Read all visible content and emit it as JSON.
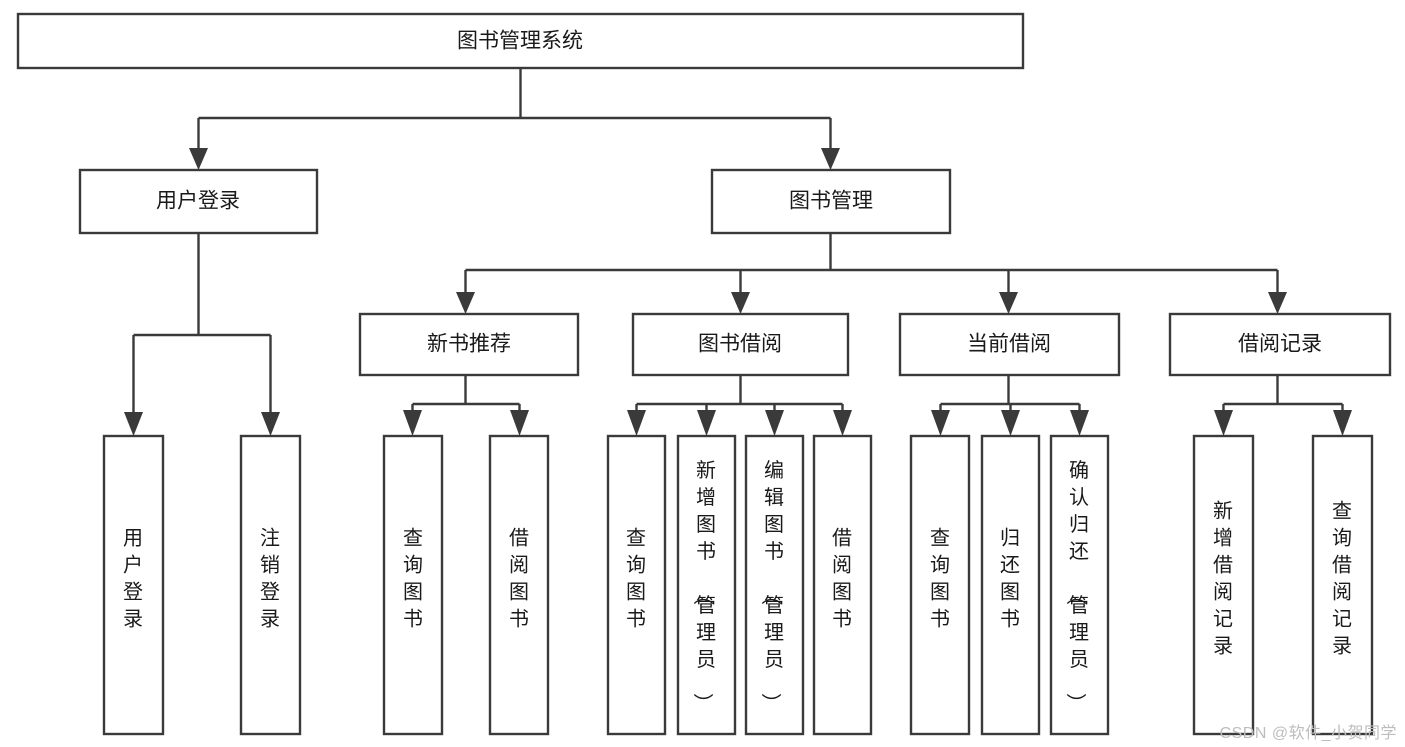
{
  "diagram": {
    "type": "tree-hierarchy-chart",
    "title": "图书管理系统",
    "orientation": "top-down",
    "colors": {
      "background": "#ffffff",
      "box_fill": "#ffffff",
      "box_stroke": "#3a3a3a",
      "connector": "#3a3a3a",
      "text": "#1a1a1a",
      "watermark": "#bdbdbd"
    },
    "root": {
      "id": "root",
      "label": "图书管理系统",
      "text_orientation": "horizontal"
    },
    "level1": [
      {
        "id": "user-login",
        "label": "用户登录",
        "text_orientation": "horizontal"
      },
      {
        "id": "book-management",
        "label": "图书管理",
        "text_orientation": "horizontal"
      }
    ],
    "level2": [
      {
        "id": "new-book-recommend",
        "label": "新书推荐",
        "parent": "book-management",
        "text_orientation": "horizontal"
      },
      {
        "id": "book-borrow",
        "label": "图书借阅",
        "parent": "book-management",
        "text_orientation": "horizontal"
      },
      {
        "id": "current-borrow",
        "label": "当前借阅",
        "parent": "book-management",
        "text_orientation": "horizontal"
      },
      {
        "id": "borrow-record",
        "label": "借阅记录",
        "parent": "book-management",
        "text_orientation": "horizontal"
      }
    ],
    "leaves": [
      {
        "id": "leaf-user-login",
        "label": "用户登录",
        "parent": "user-login",
        "text_orientation": "vertical"
      },
      {
        "id": "leaf-user-logout",
        "label": "注销登录",
        "parent": "user-login",
        "text_orientation": "vertical"
      },
      {
        "id": "leaf-query-book-1",
        "label": "查询图书",
        "parent": "new-book-recommend",
        "text_orientation": "vertical"
      },
      {
        "id": "leaf-borrow-book-1",
        "label": "借阅图书",
        "parent": "new-book-recommend",
        "text_orientation": "vertical"
      },
      {
        "id": "leaf-query-book-2",
        "label": "查询图书",
        "parent": "book-borrow",
        "text_orientation": "vertical"
      },
      {
        "id": "leaf-add-book",
        "label": "新增图书（管理员）",
        "parent": "book-borrow",
        "text_orientation": "vertical"
      },
      {
        "id": "leaf-edit-book",
        "label": "编辑图书（管理员）",
        "parent": "book-borrow",
        "text_orientation": "vertical"
      },
      {
        "id": "leaf-borrow-book-2",
        "label": "借阅图书",
        "parent": "book-borrow",
        "text_orientation": "vertical"
      },
      {
        "id": "leaf-query-book-3",
        "label": "查询图书",
        "parent": "current-borrow",
        "text_orientation": "vertical"
      },
      {
        "id": "leaf-return-book",
        "label": "归还图书",
        "parent": "current-borrow",
        "text_orientation": "vertical"
      },
      {
        "id": "leaf-confirm-return",
        "label": "确认归还（管理员）",
        "parent": "current-borrow",
        "text_orientation": "vertical"
      },
      {
        "id": "leaf-add-record",
        "label": "新增借阅记录",
        "parent": "borrow-record",
        "text_orientation": "vertical"
      },
      {
        "id": "leaf-query-record",
        "label": "查询借阅记录",
        "parent": "borrow-record",
        "text_orientation": "vertical"
      }
    ]
  },
  "watermark": {
    "text": "CSDN @软件_小贺同学"
  }
}
